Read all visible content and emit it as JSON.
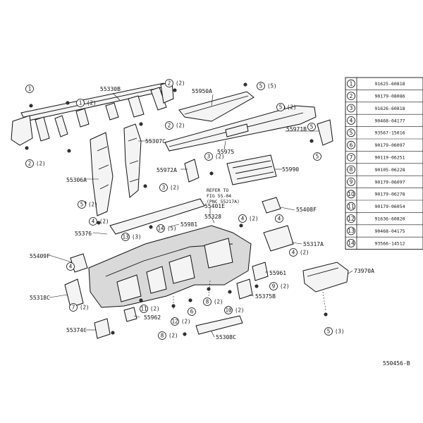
{
  "diagram_id": "550456-B",
  "note": [
    "REFER TO",
    "FIG 55-04",
    "(PNC 55217A)"
  ],
  "part_labels": {
    "p55330B": "55330B",
    "p55950A": "55950A",
    "p55971B": "55971B",
    "p55975": "55975",
    "p55307C": "55307C",
    "p55306A": "55306A",
    "p55972A": "55972A",
    "p55990": "55990",
    "p55401E": "55401E",
    "p55328": "55328",
    "p55408F": "55408F",
    "p55376": "55376",
    "p55981": "55981",
    "p55317A": "55317A",
    "p55409F": "55409F",
    "p55961": "55961",
    "p73970A": "73970A",
    "p55318C": "55318C",
    "p55375B": "55375B",
    "p55962": "55962",
    "p55374C": "55374C",
    "p55308C": "55308C"
  },
  "callouts": [
    {
      "num": "1",
      "qty": ""
    },
    {
      "num": "1",
      "qty": "(2)"
    },
    {
      "num": "2",
      "qty": "(2)"
    },
    {
      "num": "2",
      "qty": "(2)"
    },
    {
      "num": "2",
      "qty": "(2)"
    },
    {
      "num": "5",
      "qty": "(5)"
    },
    {
      "num": "5",
      "qty": "(2)"
    },
    {
      "num": "5",
      "qty": ""
    },
    {
      "num": "5",
      "qty": ""
    },
    {
      "num": "3",
      "qty": "(2)"
    },
    {
      "num": "3",
      "qty": "(2)"
    },
    {
      "num": "5",
      "qty": "(2)"
    },
    {
      "num": "4",
      "qty": "(2)"
    },
    {
      "num": "13",
      "qty": "(3)"
    },
    {
      "num": "14",
      "qty": "(5)"
    },
    {
      "num": "4",
      "qty": "(2)"
    },
    {
      "num": "4",
      "qty": ""
    },
    {
      "num": "4",
      "qty": "(2)"
    },
    {
      "num": "4",
      "qty": ""
    },
    {
      "num": "7",
      "qty": "(2)"
    },
    {
      "num": "9",
      "qty": "(2)"
    },
    {
      "num": "11",
      "qty": "(2)"
    },
    {
      "num": "8",
      "qty": "(2)"
    },
    {
      "num": "10",
      "qty": "(2)"
    },
    {
      "num": "6",
      "qty": ""
    },
    {
      "num": "12",
      "qty": "(2)"
    },
    {
      "num": "5",
      "qty": "(3)"
    },
    {
      "num": "8",
      "qty": "(2)"
    }
  ],
  "parts_table": [
    {
      "num": "1",
      "code": "91625-60818"
    },
    {
      "num": "2",
      "code": "90179-08086"
    },
    {
      "num": "3",
      "code": "91626-60818"
    },
    {
      "num": "4",
      "code": "90468-04177"
    },
    {
      "num": "5",
      "code": "93567-15016"
    },
    {
      "num": "6",
      "code": "90179-06097"
    },
    {
      "num": "7",
      "code": "90119-06251"
    },
    {
      "num": "8",
      "code": "90105-06228"
    },
    {
      "num": "9",
      "code": "90179-06097"
    },
    {
      "num": "10",
      "code": "90179-06278"
    },
    {
      "num": "11",
      "code": "90179-06054"
    },
    {
      "num": "12",
      "code": "91636-60820"
    },
    {
      "num": "13",
      "code": "90468-04175"
    },
    {
      "num": "14",
      "code": "93566-14512"
    }
  ]
}
